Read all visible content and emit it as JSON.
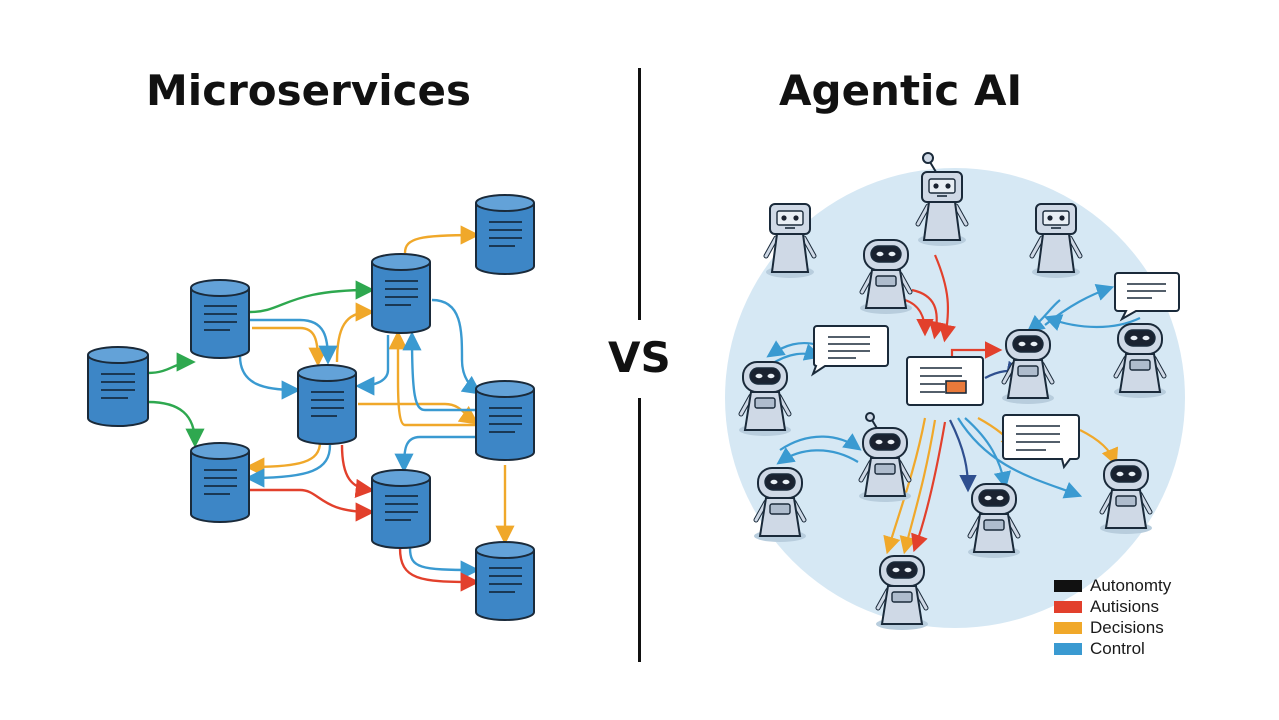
{
  "titles": {
    "left": "Microservices",
    "right": "Agentic AI",
    "vs": "VS"
  },
  "colors": {
    "db_fill": "#3d86c6",
    "db_top": "#63a2d8",
    "stroke": "#1a2a3a",
    "circle_bg": "#d6e8f4",
    "robot_fill": "#cfd9e6",
    "orange": "#f0a82a",
    "red": "#e2402c",
    "green": "#2ea84f",
    "blue": "#3a9ad1",
    "navy": "#2f4f8f"
  },
  "legend": [
    {
      "label": "Autonomty",
      "color": "#111111"
    },
    {
      "label": "Autisions",
      "color": "#e2402c"
    },
    {
      "label": "Decisions",
      "color": "#f0a82a"
    },
    {
      "label": "Control",
      "color": "#3a9ad1"
    }
  ],
  "icons": {
    "database": "database-icon",
    "robot": "robot-icon",
    "message": "message-bubble-icon"
  }
}
